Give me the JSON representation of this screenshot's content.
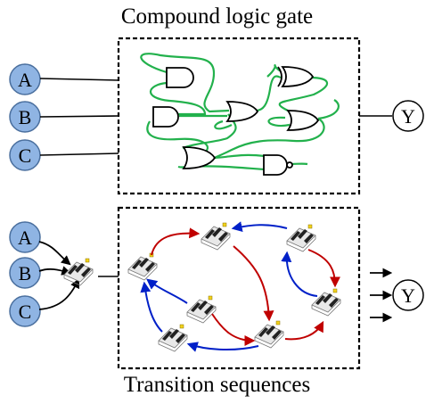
{
  "diagram": {
    "top_title": "Compound logic gate",
    "bottom_title": "Transition sequences",
    "inputs": [
      "A",
      "B",
      "C"
    ],
    "output": "Y",
    "colors": {
      "input_fill": "#8fb4e3",
      "input_stroke": "#4a6f9e",
      "wire": "#22b14c",
      "arrow_red": "#c00000",
      "arrow_blue": "#0020c8",
      "box_border": "#000000"
    }
  }
}
